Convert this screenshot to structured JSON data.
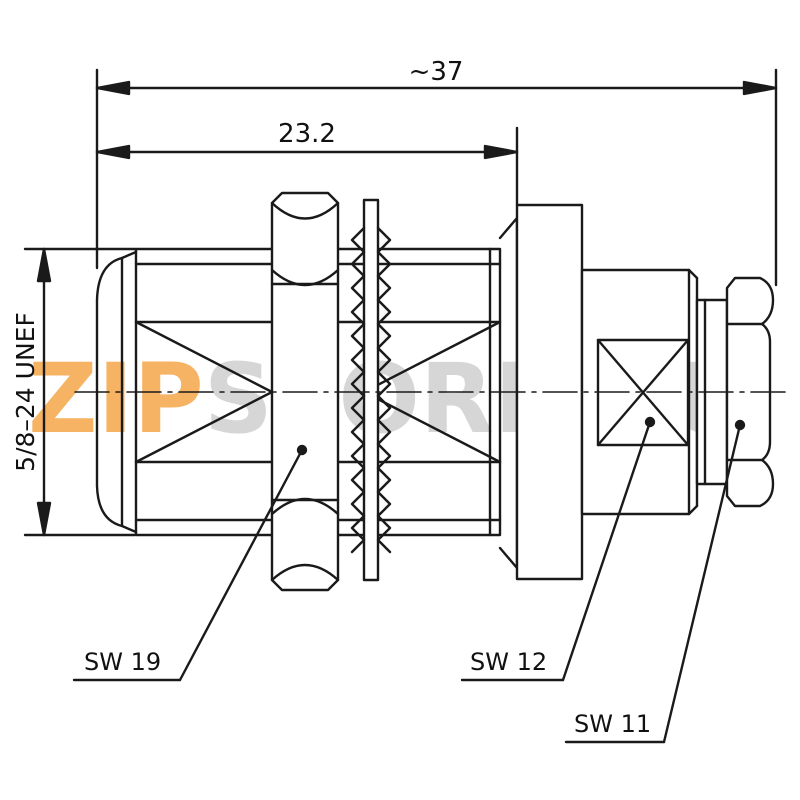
{
  "dimensions": {
    "overall_length": "~37",
    "length_to_flange": "23.2",
    "thread": "5/8–24 UNEF"
  },
  "callouts": {
    "nut": "SW 19",
    "body_hex": "SW 12",
    "rear_nut": "SW 11"
  },
  "watermark": {
    "text": "ZIPSTORE.RU",
    "accent_color": "#f5a64a",
    "gray_color": "#cfcfcf"
  },
  "colors": {
    "line": "#1a1a1a",
    "background": "#ffffff"
  }
}
